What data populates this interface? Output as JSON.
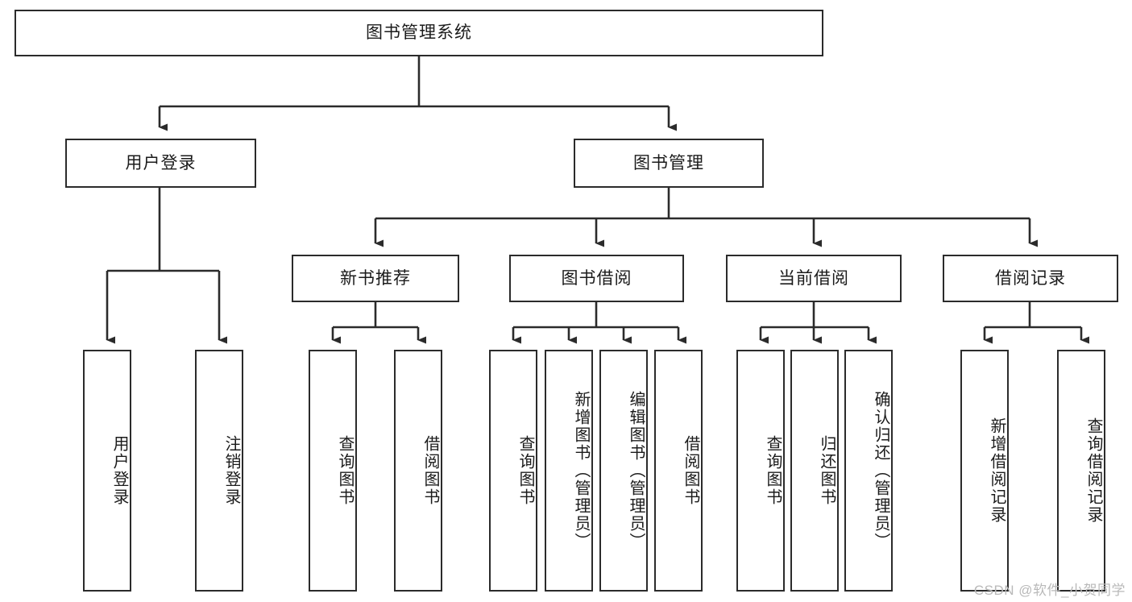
{
  "diagram": {
    "title": "图书管理系统",
    "type": "hierarchy-tree",
    "watermark": "CSDN @软件_小贺同学",
    "root": {
      "label": "图书管理系统"
    },
    "level2": [
      {
        "label": "用户登录"
      },
      {
        "label": "图书管理"
      }
    ],
    "level3": [
      {
        "label": "新书推荐"
      },
      {
        "label": "图书借阅"
      },
      {
        "label": "当前借阅"
      },
      {
        "label": "借阅记录"
      }
    ],
    "leaves": {
      "user_login": [
        {
          "label": "用户登录"
        },
        {
          "label": "注销登录"
        }
      ],
      "new_book_recommend": [
        {
          "label": "查询图书"
        },
        {
          "label": "借阅图书"
        }
      ],
      "book_borrow": [
        {
          "label": "查询图书"
        },
        {
          "label": "新增图书（管理员）"
        },
        {
          "label": "编辑图书（管理员）"
        },
        {
          "label": "借阅图书"
        }
      ],
      "current_borrow": [
        {
          "label": "查询图书"
        },
        {
          "label": "归还图书"
        },
        {
          "label": "确认归还（管理员）"
        }
      ],
      "borrow_record": [
        {
          "label": "新增借阅记录"
        },
        {
          "label": "查询借阅记录"
        }
      ]
    },
    "colors": {
      "border": "#2b2b2b",
      "background": "#ffffff",
      "text": "#1b1b1b",
      "edge": "#2b2b2b",
      "watermark": "#b9b9b9"
    }
  }
}
